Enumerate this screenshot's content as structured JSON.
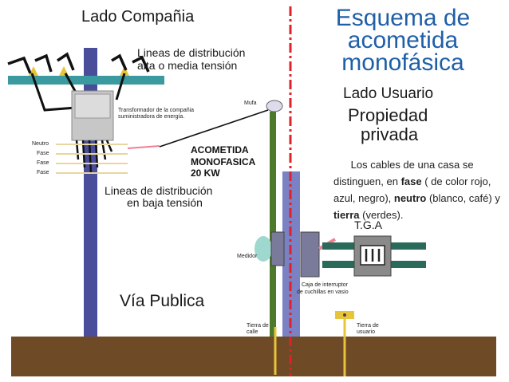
{
  "labels": {
    "lado_compania": "Lado Compañia",
    "title_lines": [
      "Esquema de",
      "acometida",
      "monofásica"
    ],
    "lineas_alta": [
      "Lineas de distribución",
      "alta o media tensión"
    ],
    "transformador": [
      "Transformador de la compañia",
      "suministradora de energía."
    ],
    "mufa": "Mufa",
    "lado_usuario": "Lado Usuario",
    "propiedad": [
      "Propiedad",
      "privada"
    ],
    "cables_text": {
      "p1": "Los cables de una casa se distinguen, en ",
      "fase": "fase",
      "p2": " ( de color rojo, azul, negro), ",
      "neutro": "neutro",
      "p3": " (blanco, café) y ",
      "tierra": "tierra",
      "p4": " (verdes)."
    },
    "conductores": [
      "Neutro",
      "Fase",
      "Fase",
      "Fase"
    ],
    "acometida": [
      "ACOMETIDA",
      "MONOFASICA",
      "20 KW"
    ],
    "lineas_baja": [
      "Lineas de distribución",
      "en baja tensión"
    ],
    "tga": "T.G.A",
    "medidor": "Medidor",
    "caja": [
      "Caja de interruptor",
      "de cuchillas en vasio"
    ],
    "via_publica": "Vía Publica",
    "tierra_calle": [
      "Tierra de",
      "calle"
    ],
    "tierra_usuario": [
      "Tierra de",
      "usuario"
    ]
  },
  "colors": {
    "title": "#1f5fa8",
    "pole": "#4a4e9a",
    "crossarm": "#3a9aa0",
    "ground": "#6e4a26",
    "divider": "#e0202a",
    "mast": "#4d7a2a",
    "insulator": "#e8c43a",
    "breaker": "#2a6a5a",
    "meter": "#9fd8cf"
  }
}
